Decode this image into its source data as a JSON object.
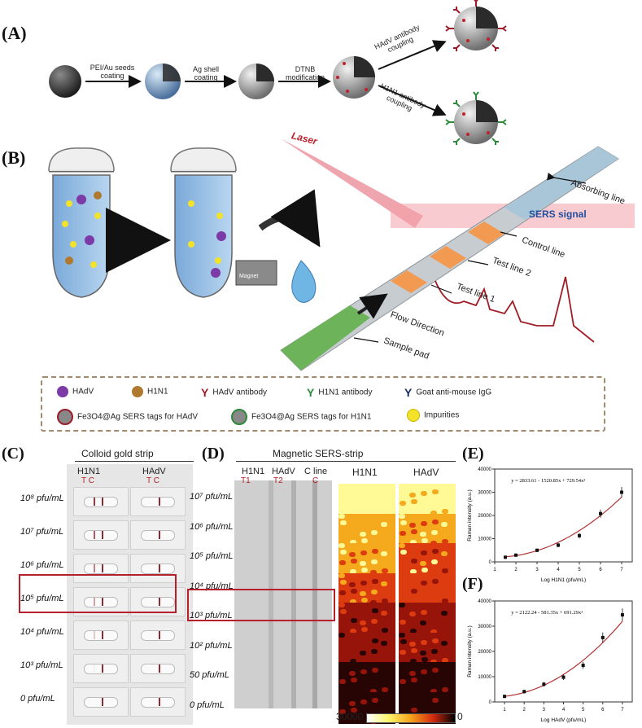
{
  "panels": {
    "a": "(A)",
    "b": "(B)",
    "c": "(C)",
    "d": "(D)",
    "e": "(E)",
    "f": "(F)"
  },
  "panel_a": {
    "steps": [
      "PEI/Au seeds coating",
      "Ag shell coating",
      "DTNB modification",
      "HAdV antibody coupling",
      "H1N1 antibody coupling"
    ]
  },
  "panel_b": {
    "labels": {
      "laser": "Laser",
      "sers_signal": "SERS signal",
      "absorbing_line": "Absorbing line",
      "control_line": "Control line",
      "test_line_2": "Test line 2",
      "test_line_1": "Test line 1",
      "flow_direction": "Flow Direction",
      "sample_pad": "Sample pad",
      "magnet": "Magnet"
    }
  },
  "legend": {
    "items": [
      "HAdV",
      "H1N1",
      "HAdV antibody",
      "H1N1 antibody",
      "Goat anti-mouse IgG",
      "Fe3O4@Ag SERS tags for HAdV",
      "Fe3O4@Ag SERS tags for H1N1",
      "Impurities"
    ]
  },
  "panel_c": {
    "title": "Colloid gold strip",
    "col_h1n1": "H1N1",
    "col_hadv": "HAdV",
    "tc_h1n1": "T C",
    "tc_hadv": "T C",
    "rows": [
      "10⁸ pfu/mL",
      "10⁷ pfu/mL",
      "10⁶ pfu/mL",
      "10⁵ pfu/mL",
      "10⁴ pfu/mL",
      "10³ pfu/mL",
      "0 pfu/mL"
    ]
  },
  "panel_d": {
    "title": "Magnetic SERS-strip",
    "col_h1n1": "H1N1",
    "col_hadv": "HAdV",
    "col_cline": "C line",
    "t1": "T1",
    "t2": "T2",
    "c": "C",
    "heat_h1n1": "H1N1",
    "heat_hadv": "HAdV",
    "rows": [
      "10⁷ pfu/mL",
      "10⁶ pfu/mL",
      "10⁵ pfu/mL",
      "10⁴ pfu/mL",
      "10³ pfu/mL",
      "10² pfu/mL",
      "50 pfu/mL",
      "0 pfu/mL"
    ],
    "scale_max": "30000",
    "scale_min": "0"
  },
  "chart_data": [
    {
      "type": "scatter",
      "equation": "y = 2833.61 - 1520.85x + 729.54x²",
      "xlabel": "Log H1N1 (pfu/mL)",
      "ylabel": "Raman intensity (a.u.)",
      "x_ticks": [
        "1",
        "2",
        "3",
        "4",
        "5",
        "6",
        "7"
      ],
      "y_ticks": [
        "0",
        "10000",
        "20000",
        "30000",
        "40000"
      ],
      "xlim": [
        1,
        7.5
      ],
      "ylim": [
        0,
        40000
      ],
      "x": [
        1.5,
        2,
        3,
        4,
        5,
        6,
        7
      ],
      "y": [
        2000,
        2900,
        5000,
        7200,
        11300,
        20800,
        30000
      ]
    },
    {
      "type": "scatter",
      "equation": "y = 2122.24 - 581.35x + 691.29x²",
      "xlabel": "Log HAdV (pfu/mL)",
      "ylabel": "Raman intensity (a.u.)",
      "x_ticks": [
        "1",
        "2",
        "3",
        "4",
        "5",
        "6",
        "7"
      ],
      "y_ticks": [
        "0",
        "10000",
        "20000",
        "30000",
        "40000"
      ],
      "xlim": [
        0.5,
        7.5
      ],
      "ylim": [
        0,
        40000
      ],
      "x": [
        1,
        2,
        3,
        4,
        5,
        6,
        7
      ],
      "y": [
        2200,
        4100,
        7000,
        9800,
        14500,
        25500,
        34500
      ]
    }
  ],
  "colors": {
    "frame_red": "#b6202c",
    "legend_border": "#a08a70",
    "curve": "#b23535"
  }
}
